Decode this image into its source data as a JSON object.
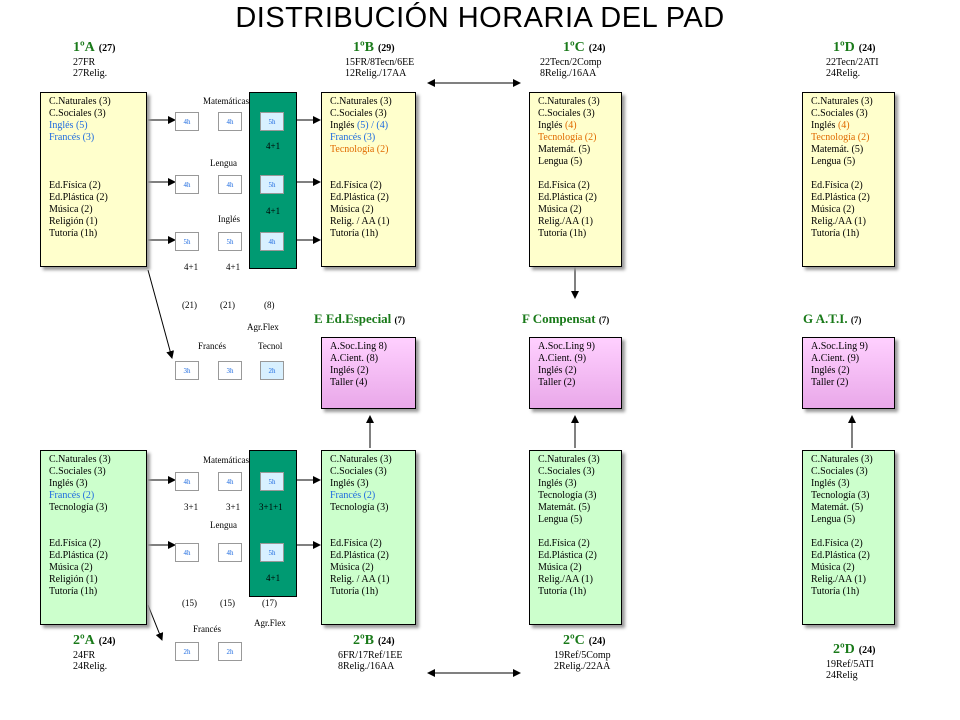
{
  "title": "DISTRIBUCIÓN HORARIA DEL PAD",
  "colors": {
    "heading_green": "#1a7a1a",
    "box_yellow": "#ffffcc",
    "box_green": "#ccffcc",
    "box_pink": "#f0b8f0",
    "teal": "#009a72",
    "blue": "#1e6be0",
    "orange": "#e06a00"
  },
  "groups_top": [
    {
      "name": "1ºA",
      "count": "(27)",
      "sub1": "27FR",
      "sub2": "27Relig."
    },
    {
      "name": "1ºB",
      "count": "(29)",
      "sub1": "15FR/8Tecn/6EE",
      "sub2": "12Relig./17AA"
    },
    {
      "name": "1ºC",
      "count": "(24)",
      "sub1": "22Tecn/2Comp",
      "sub2": "8Relig./16AA"
    },
    {
      "name": "1ºD",
      "count": "(24)",
      "sub1": "22Tecn/2ATI",
      "sub2": "24Relig."
    }
  ],
  "groups_bottom": [
    {
      "name": "2ºA",
      "count": "(24)",
      "sub1": "24FR",
      "sub2": "24Relig."
    },
    {
      "name": "2ºB",
      "count": "(24)",
      "sub1": "6FR/17Ref/1EE",
      "sub2": "8Relig./16AA"
    },
    {
      "name": "2ºC",
      "count": "(24)",
      "sub1": "19Ref/5Comp",
      "sub2": "2Relig./22AA"
    },
    {
      "name": "2ºD",
      "count": "(24)",
      "sub1": "19Ref/5ATI",
      "sub2": "24Relig"
    }
  ],
  "box_1a": [
    "C.Naturales (3)",
    "C.Sociales (3)",
    "Inglés (5)",
    "Francés (3)",
    "Ed.Física (2)",
    "Ed.Plástica (2)",
    "Música (2)",
    "Religión (1)",
    "Tutoría (1h)"
  ],
  "box_1b": [
    "C.Naturales (3)",
    "C.Sociales (3)",
    "Inglés",
    "(5) / (4)",
    "Francés (3)",
    "Tecnología (2)",
    "Ed.Física (2)",
    "Ed.Plástica (2)",
    "Música (2)",
    "Relig. / AA (1)",
    "Tutoría (1h)"
  ],
  "box_1c": [
    "C.Naturales (3)",
    "C.Sociales (3)",
    "Inglés",
    "(4)",
    "Tecnología (2)",
    "Matemát. (5)",
    "Lengua (5)",
    "Ed.Física (2)",
    "Ed.Plástica (2)",
    "Música (2)",
    "Relig./AA (1)",
    "Tutoría (1h)"
  ],
  "box_1d": [
    "C.Naturales (3)",
    "C.Sociales (3)",
    "Inglés",
    "(4)",
    "Tecnología (2)",
    "Matemát. (5)",
    "Lengua (5)",
    "Ed.Física (2)",
    "Ed.Plástica (2)",
    "Música (2)",
    "Relig./AA (1)",
    "Tutoría (1h)"
  ],
  "box_2a": [
    "C.Naturales (3)",
    "C.Sociales (3)",
    "Inglés (3)",
    "Francés (2)",
    "Tecnología (3)",
    "Ed.Física (2)",
    "Ed.Plástica (2)",
    "Música (2)",
    "Religión (1)",
    "Tutoría (1h)"
  ],
  "box_2b": [
    "C.Naturales (3)",
    "C.Sociales (3)",
    "Inglés (3)",
    "Francés (2)",
    "Tecnología (3)",
    "Ed.Física (2)",
    "Ed.Plástica (2)",
    "Música (2)",
    "Relig. / AA (1)",
    "Tutoría (1h)"
  ],
  "box_2c": [
    "C.Naturales (3)",
    "C.Sociales (3)",
    "Inglés (3)",
    "Tecnología (3)",
    "Matemát. (5)",
    "Lengua (5)",
    "Ed.Física (2)",
    "Ed.Plástica (2)",
    "Música (2)",
    "Relig./AA (1)",
    "Tutoría (1h)"
  ],
  "box_2d": [
    "C.Naturales (3)",
    "C.Sociales (3)",
    "Inglés (3)",
    "Tecnología (3)",
    "Matemát. (5)",
    "Lengua (5)",
    "Ed.Física (2)",
    "Ed.Plástica (2)",
    "Música (2)",
    "Relig./AA (1)",
    "Tutoría (1h)"
  ],
  "special": [
    {
      "letter": "E",
      "name": "Ed.Especial",
      "count": "(7)",
      "lines": [
        "A.Soc.Ling 8)",
        "A.Cient. (8)",
        "Inglés (2)",
        "Taller (4)"
      ]
    },
    {
      "letter": "F",
      "name": "Compensat",
      "count": "(7)",
      "lines": [
        "A.Soc.Ling 9)",
        "A.Cient. (9)",
        "Inglés (2)",
        "Taller (2)"
      ]
    },
    {
      "letter": "G",
      "name": "A.T.I.",
      "count": "(7)",
      "lines": [
        "A.Soc.Ling 9)",
        "A.Cient. (9)",
        "Inglés (2)",
        "Taller (2)"
      ]
    }
  ],
  "flex_top": {
    "matematicas": "Matemáticas",
    "lengua": "Lengua",
    "ingles": "Inglés",
    "mat_hours": [
      "4h",
      "4h",
      "5h"
    ],
    "mat_note": "4+1",
    "len_hours": [
      "4h",
      "4h",
      "5h"
    ],
    "len_note": "4+1",
    "ing_hours": [
      "5h",
      "5h",
      "4h"
    ],
    "ing_notes": [
      "4+1",
      "4+1"
    ],
    "totals": [
      "(21)",
      "(21)",
      "(8)"
    ],
    "agr": "Agr.Flex",
    "frances": "Francés",
    "tecnol": "Tecnol",
    "opt_hours": [
      "3h",
      "3h",
      "2h"
    ]
  },
  "flex_bottom": {
    "matematicas": "Matemáticas",
    "lengua": "Lengua",
    "mat_hours": [
      "4h",
      "4h",
      "5h"
    ],
    "mat_notes": [
      "3+1",
      "3+1",
      "3+1+1"
    ],
    "len_hours": [
      "4h",
      "4h",
      "5h"
    ],
    "len_note": "4+1",
    "totals": [
      "(15)",
      "(15)",
      "(17)"
    ],
    "agr": "Agr.Flex",
    "frances": "Francés",
    "opt_hours": [
      "2h",
      "2h"
    ]
  }
}
